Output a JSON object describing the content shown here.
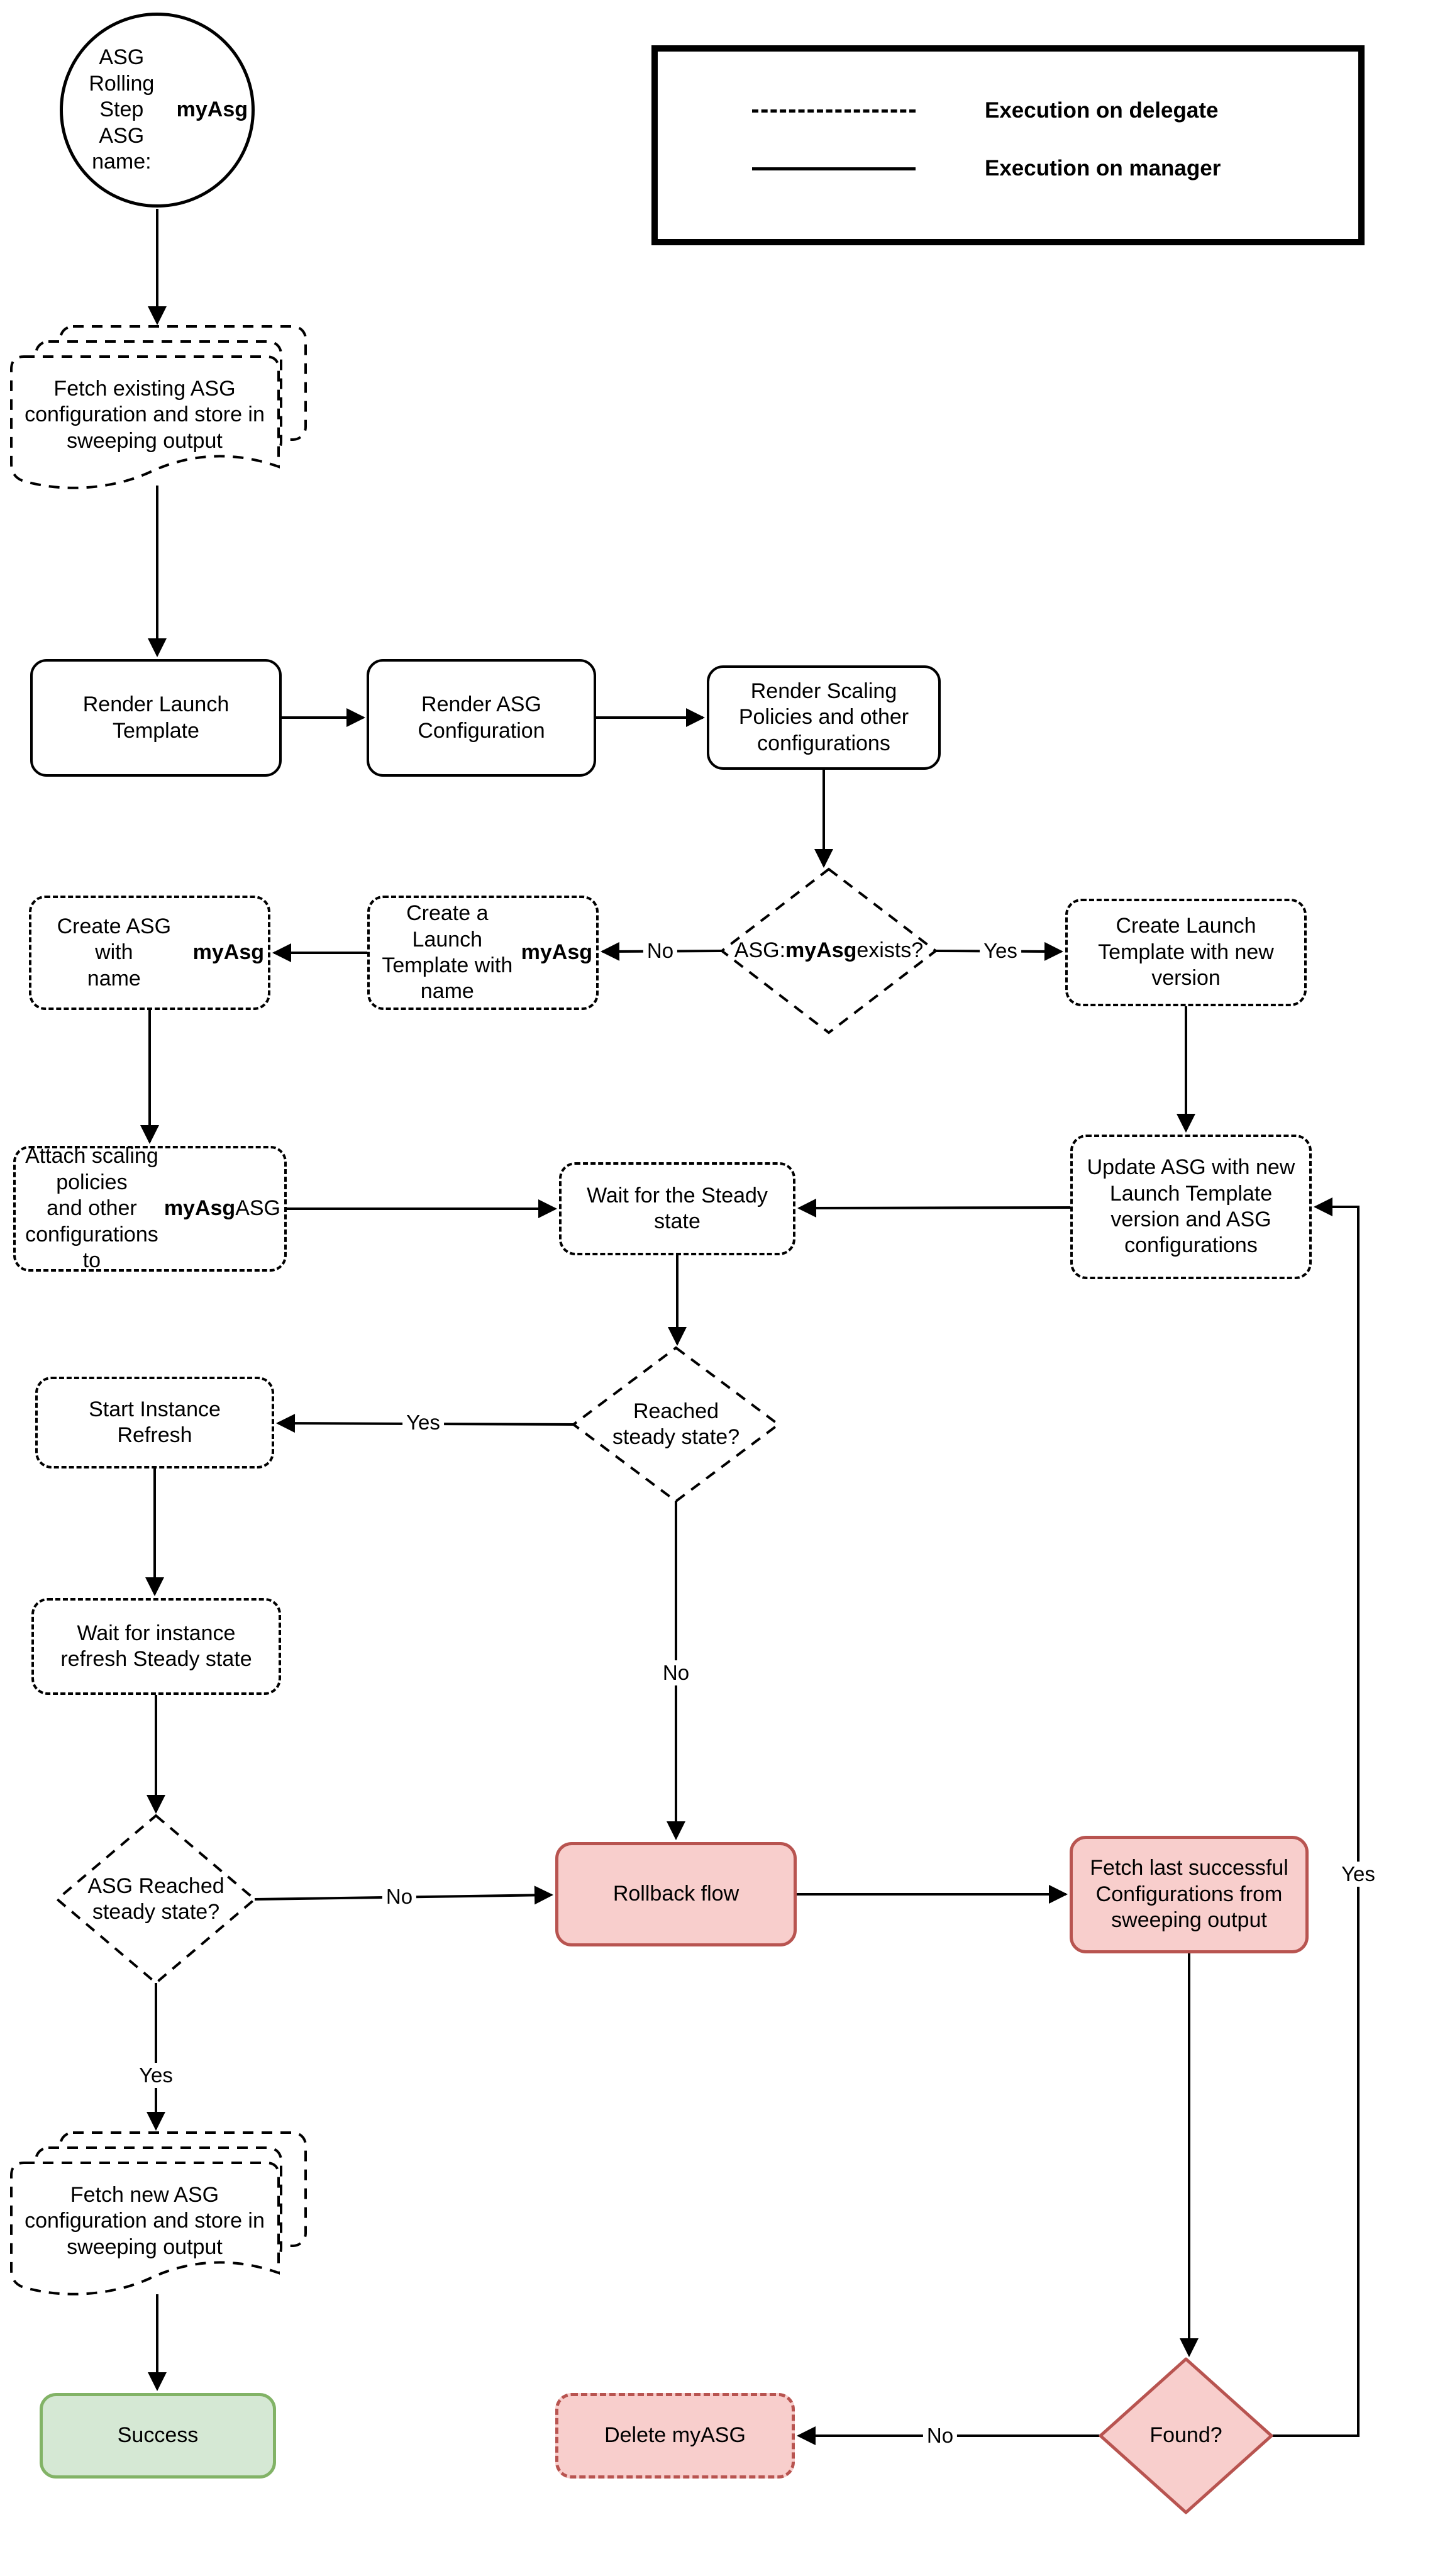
{
  "legend": {
    "items": [
      {
        "label": "Execution on delegate",
        "style": "dashed"
      },
      {
        "label": "Execution on manager",
        "style": "solid"
      }
    ]
  },
  "colors": {
    "danger_fill": "#f8cecc",
    "danger_border": "#b85450",
    "success_fill": "#d5e8d4",
    "success_border": "#82b366",
    "line": "#000000"
  },
  "nodes": {
    "start": {
      "parts": [
        {
          "text": "ASG Rolling Step\nASG\nname: "
        },
        {
          "text": "myAsg",
          "bold": true
        }
      ]
    },
    "fetch_existing": {
      "label": "Fetch existing ASG\nconfiguration and store\nin sweeping output"
    },
    "render_launch_template": {
      "label": "Render Launch\nTemplate"
    },
    "render_asg_configuration": {
      "label": "Render ASG\nConfiguration"
    },
    "render_scaling_policies": {
      "label": "Render Scaling\nPolicies and other\nconfigurations"
    },
    "asg_exists": {
      "parts": [
        {
          "text": "ASG:\n"
        },
        {
          "text": "myAsg",
          "bold": true
        },
        {
          "text": " exists?"
        }
      ]
    },
    "create_asg": {
      "parts": [
        {
          "text": "Create ASG with\nname "
        },
        {
          "text": "myAsg",
          "bold": true
        }
      ]
    },
    "create_launch_template": {
      "parts": [
        {
          "text": "Create a Launch\nTemplate with\nname "
        },
        {
          "text": "myAsg",
          "bold": true
        }
      ]
    },
    "create_lt_new_version": {
      "label": "Create Launch\nTemplate with new\nversion"
    },
    "attach_scaling": {
      "parts": [
        {
          "text": "Attach scaling policies\nand other configurations\nto "
        },
        {
          "text": "myAsg",
          "bold": true
        },
        {
          "text": " ASG"
        }
      ]
    },
    "wait_steady": {
      "label": "Wait for the Steady\nstate"
    },
    "update_asg": {
      "label": "Update ASG with new\nLaunch Template\nversion and ASG\nconfigurations"
    },
    "reached_steady": {
      "label": "Reached\nsteady state?"
    },
    "start_instance_refresh": {
      "label": "Start Instance\nRefresh"
    },
    "wait_instance_refresh": {
      "label": "Wait for instance\nrefresh Steady state"
    },
    "asg_reached_steady": {
      "label": "ASG Reached\nsteady state?"
    },
    "rollback": {
      "label": "Rollback flow"
    },
    "fetch_last_successful": {
      "label": "Fetch last successful\nConfigurations from\nsweeping output"
    },
    "fetch_new": {
      "label": "Fetch new ASG\nconfiguration and store\nin sweeping output"
    },
    "success": {
      "label": "Success"
    },
    "delete_myasg": {
      "label": "Delete myASG"
    },
    "found": {
      "label": "Found?"
    }
  },
  "edge_labels": {
    "asg_exists_no": "No",
    "asg_exists_yes": "Yes",
    "reached_steady_yes": "Yes",
    "reached_steady_no": "No",
    "asg_reached_no": "No",
    "asg_reached_yes": "Yes",
    "found_no": "No",
    "found_yes": "Yes"
  }
}
